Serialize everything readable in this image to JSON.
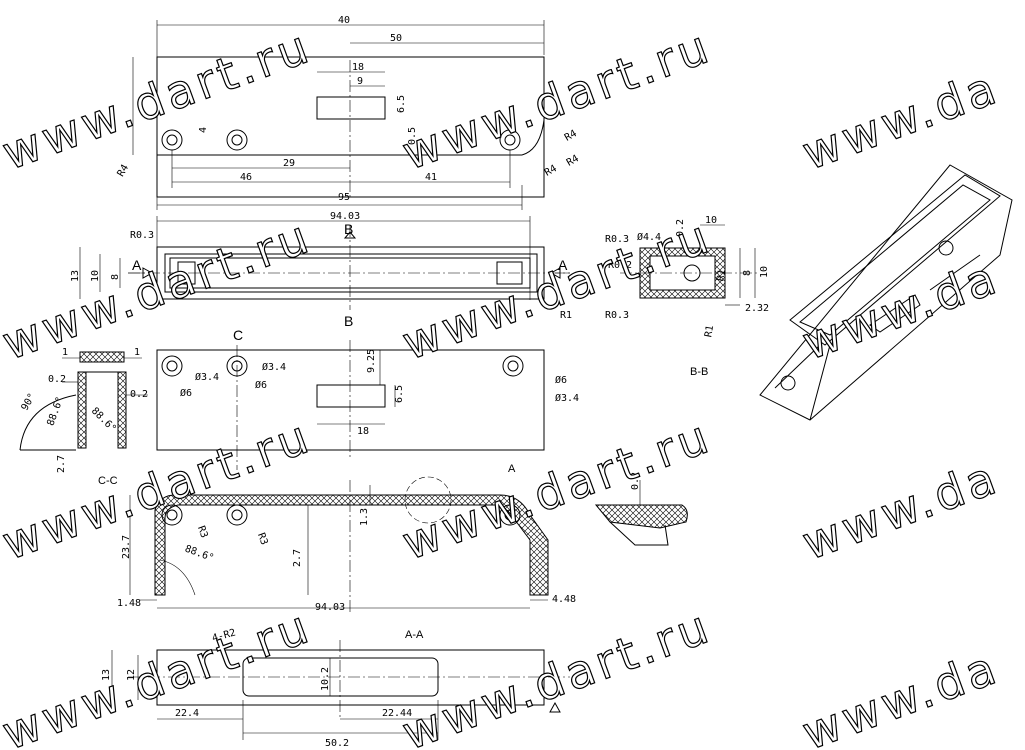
{
  "watermark": "www.dart.ru",
  "watermark_partial": "www.da",
  "views": {
    "top": {
      "dims": [
        "40",
        "50",
        "18",
        "9",
        "6.5",
        "0.5",
        "4",
        "R4",
        "R4",
        "R4",
        "R4",
        "29",
        "46",
        "41",
        "95"
      ]
    },
    "front": {
      "dims": [
        "94.03",
        "R0.3",
        "13",
        "10",
        "8",
        "R1"
      ],
      "section_marks": [
        "B",
        "B",
        "A",
        "A"
      ]
    },
    "section_bb": {
      "label": "B-B",
      "dims": [
        "R0.3",
        "Ø4.4",
        "0.2",
        "10",
        "R0.2",
        "R1",
        "8",
        "10",
        "R0.3",
        "R1",
        "2.32"
      ]
    },
    "bottom": {
      "dims": [
        "Ø3.4",
        "Ø6",
        "Ø3.4",
        "Ø6",
        "Ø6",
        "Ø3.4",
        "9.25",
        "6.5",
        "18"
      ],
      "section_mark": "C"
    },
    "section_cc": {
      "label": "C-C",
      "dims": [
        "1",
        "1",
        "0.2",
        "0.2",
        "90°",
        "88.6°",
        "88.6°",
        "2.7"
      ]
    },
    "section_aa": {
      "label": "A-A",
      "dims": [
        "A",
        "R3",
        "R3",
        "23.7",
        "88.6°",
        "1.3",
        "2.7",
        "1.48",
        "94.03",
        "4.48"
      ]
    },
    "detail_a": {
      "dims": [
        "0.2"
      ]
    },
    "underside": {
      "dims": [
        "4-R2",
        "13",
        "12",
        "10.2",
        "22.4",
        "50.2",
        "22.44"
      ]
    }
  }
}
